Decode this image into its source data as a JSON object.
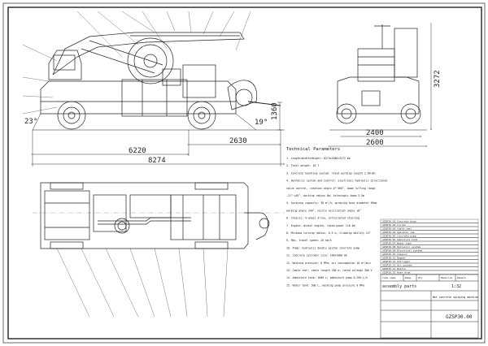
{
  "dimensions": {
    "height_1360": "1360",
    "length_2630": "2630",
    "length_6220": "6220",
    "length_8274": "8274",
    "angle_front": "23°",
    "angle_rear": "19°",
    "height_3272": "3272",
    "width_2400": "2400",
    "width_2600": "2600"
  },
  "technical_parameters": {
    "title": "Technical Parameters",
    "lines": [
      "1. Length×Width×Height: 8274×2600×3272 mm",
      "2. Total weight: 16 T",
      "3. Concrete handling system: rated working length 2.6m–8m",
      "4. Hydraulic system and control: electronic hydraulic directional",
      "   valve control, rotation angle 0°~360°, boom luffing range",
      "   -11°~+65°, working radius 8m, telescopic boom 3.5m",
      "5. Spraying capacity: 30 m³/h; spraying hose diameter 65mm",
      "   working angle 240°, nozzle oscillation angle ±8°",
      "6. Chassis: 4-wheel drive, articulated steering",
      "7. Engine: diesel engine, rated power 110 kW",
      "8. Minimum turning radius: 6.5 m, climbing ability 14°",
      "9. Max. travel speed: 20 km/h",
      "10. Pump: hydraulic double piston concrete pump",
      "11. Concrete cylinder size: 180×1000 mm",
      "12. Working pressure: 8 MPa; air consumption 10 m³/min",
      "13. Cable reel: cable length 100 m, rated voltage 380 V",
      "14. Admixture tank: 1000 L; admixture pump 0–700 L/h",
      "15. Water tank: 500 L, washing pump pressure 8 MPa"
    ]
  },
  "parts_list": {
    "rows": [
      "GZSP30.01 Concrete boom",
      "GZSP30.02 Turret",
      "GZSP30.03 Cable reel",
      "GZSP30.04 Operator cab",
      "GZSP30.05 Concrete pump",
      "GZSP30.06 Admixture tank",
      "GZSP30.07 Water tank",
      "GZSP30.08 Hydraulic system",
      "GZSP30.09 Electrical system",
      "GZSP30.10 Chassis",
      "GZSP30.11 Hopper",
      "GZSP30.12 Outrigger",
      "GZSP30.13 Air system",
      "GZSP30.14 Nozzle",
      "GZSP30.15 Hose drum"
    ]
  },
  "title_block": {
    "headers": [
      "Code name",
      "Name",
      "Qty",
      "Material",
      "Remark"
    ],
    "assembly_title": "assembly parts",
    "scale": "1:32",
    "description": "Wet concrete spraying machine",
    "drawing_number": "GZSP30.00"
  }
}
